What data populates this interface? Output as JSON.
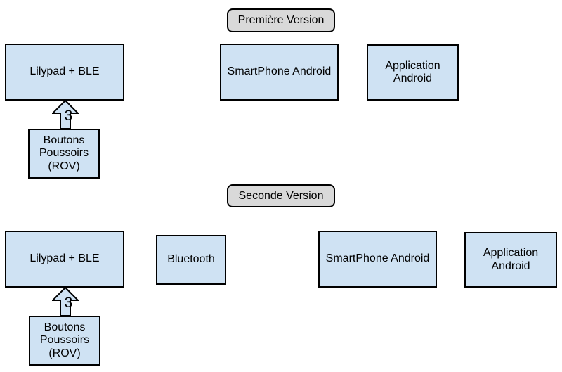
{
  "colors": {
    "background": "#ffffff",
    "box_fill": "#cfe2f3",
    "box_border": "#000000",
    "label_fill": "#d9d9d9",
    "text": "#000000"
  },
  "section1": {
    "title": "Première Version",
    "lilypad_label": "Lilypad + BLE",
    "smartphone_label": "SmartPhone Android",
    "application_line1": "Application",
    "application_line2": "Android",
    "arrow_label": "3",
    "boutons_line1": "Boutons",
    "boutons_line2": "Poussoirs",
    "boutons_line3": "(ROV)"
  },
  "section2": {
    "title": "Seconde Version",
    "lilypad_label": "Lilypad + BLE",
    "bluetooth_label": "Bluetooth",
    "smartphone_label": "SmartPhone Android",
    "application_line1": "Application",
    "application_line2": "Android",
    "arrow_label": "3",
    "boutons_line1": "Boutons",
    "boutons_line2": "Poussoirs",
    "boutons_line3": "(ROV)"
  }
}
